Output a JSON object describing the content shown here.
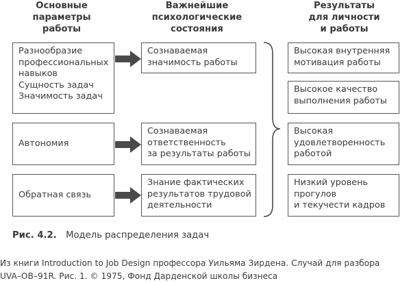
{
  "headers": {
    "col1": [
      "Основные",
      "параметры",
      "работы"
    ],
    "col2": [
      "Важнейшие",
      "психологические",
      "состояния"
    ],
    "col3": [
      "Результаты",
      "для личности",
      "и работы"
    ]
  },
  "col1_boxes": [
    [
      "Разнообразие",
      "профессиональных",
      "навыков",
      "Сущность задач",
      "Значимость задач"
    ],
    [
      "Автономия"
    ],
    [
      "Обратная связь"
    ]
  ],
  "col2_boxes": [
    [
      "Сознаваемая",
      "значимость работы"
    ],
    [
      "Сознаваемая",
      "ответственность",
      "за результаты работы"
    ],
    [
      "Знание фактических",
      "результатов трудовой",
      "деятельности"
    ]
  ],
  "col3_boxes": [
    [
      "Высокая внутренняя",
      "мотивация работы"
    ],
    [
      "Высокое качество",
      "выполнения работы"
    ],
    [
      "Высокая",
      "удовлетворенность",
      "работой"
    ],
    [
      "Низкий уровень",
      "прогулов",
      "и текучести кадров"
    ]
  ],
  "caption": {
    "label": "Рис. 4.2.",
    "text": "Модель распределения задач"
  },
  "source": [
    "Из книги Introduction to Job Design профессора Уильяма Зирдена. Случай для разбора",
    "UVA–OB–91R. Рис. 1. © 1975, Фонд Дарденской школы бизнеса"
  ],
  "colors": {
    "border": "#555555",
    "arrow": "#4a4a4a",
    "text": "#3a3a3a"
  }
}
